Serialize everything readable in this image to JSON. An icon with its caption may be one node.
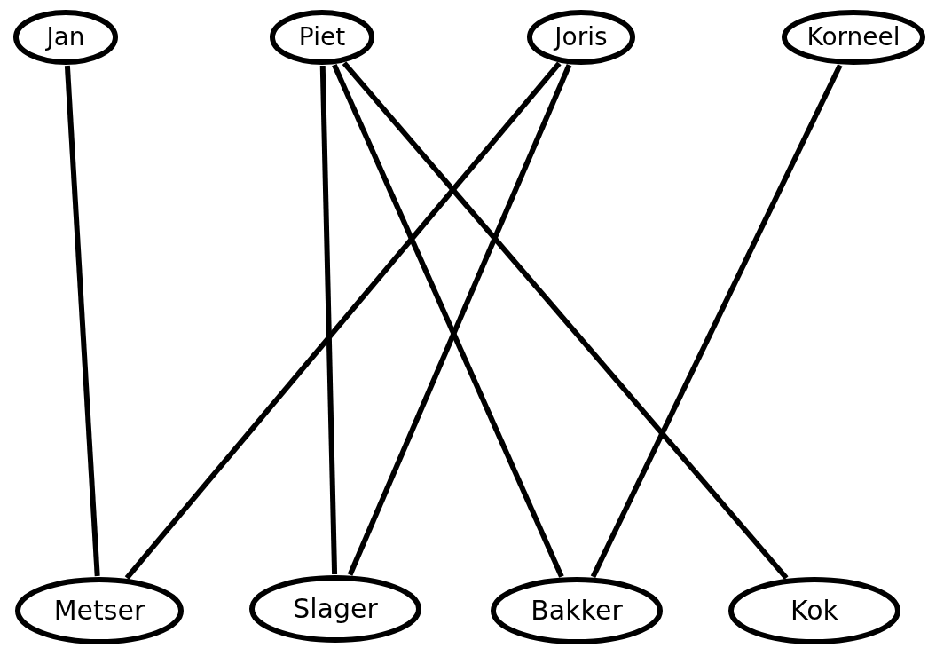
{
  "diagram": {
    "nodes": [
      {
        "text": [
          "Jan"
        ]
      },
      {
        "text": [
          "Piet"
        ]
      },
      {
        "text": [
          "Joris"
        ]
      },
      {
        "text": [
          "Korneel"
        ]
      },
      {
        "text": [
          "Metser"
        ]
      },
      {
        "text": [
          "Slager"
        ]
      },
      {
        "text": [
          "Bakker"
        ]
      },
      {
        "text": [
          "Kok"
        ]
      }
    ],
    "edges": [
      {
        "from": 0,
        "to": 4,
        "arrow": "none"
      },
      {
        "from": 1,
        "to": 5,
        "arrow": "none"
      },
      {
        "from": 1,
        "to": 6,
        "arrow": "none"
      },
      {
        "from": 1,
        "to": 7,
        "arrow": "none"
      },
      {
        "from": 2,
        "to": 4,
        "arrow": "none"
      },
      {
        "from": 2,
        "to": 5,
        "arrow": "none"
      },
      {
        "from": 3,
        "to": 6,
        "arrow": "none"
      }
    ]
  }
}
